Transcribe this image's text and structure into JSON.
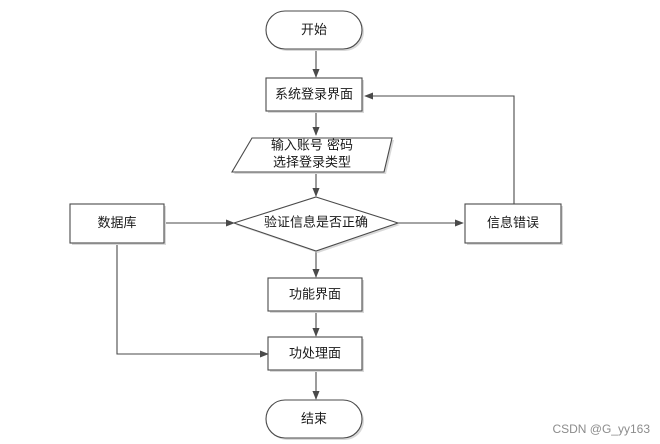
{
  "nodes": {
    "start": "开始",
    "login_page": "系统登录界面",
    "input_line1": "输入账号 密码",
    "input_line2": "选择登录类型",
    "verify": "验证信息是否正确",
    "database": "数据库",
    "error": "信息错误",
    "function_page": "功能界面",
    "process_page": "功处理面",
    "end": "结束"
  },
  "watermark": "CSDN @G_yy163",
  "colors": {
    "stroke": "#4a4a4a",
    "fill": "#ffffff",
    "shadow": "#d9d9d9",
    "text": "#1a1a1a"
  }
}
